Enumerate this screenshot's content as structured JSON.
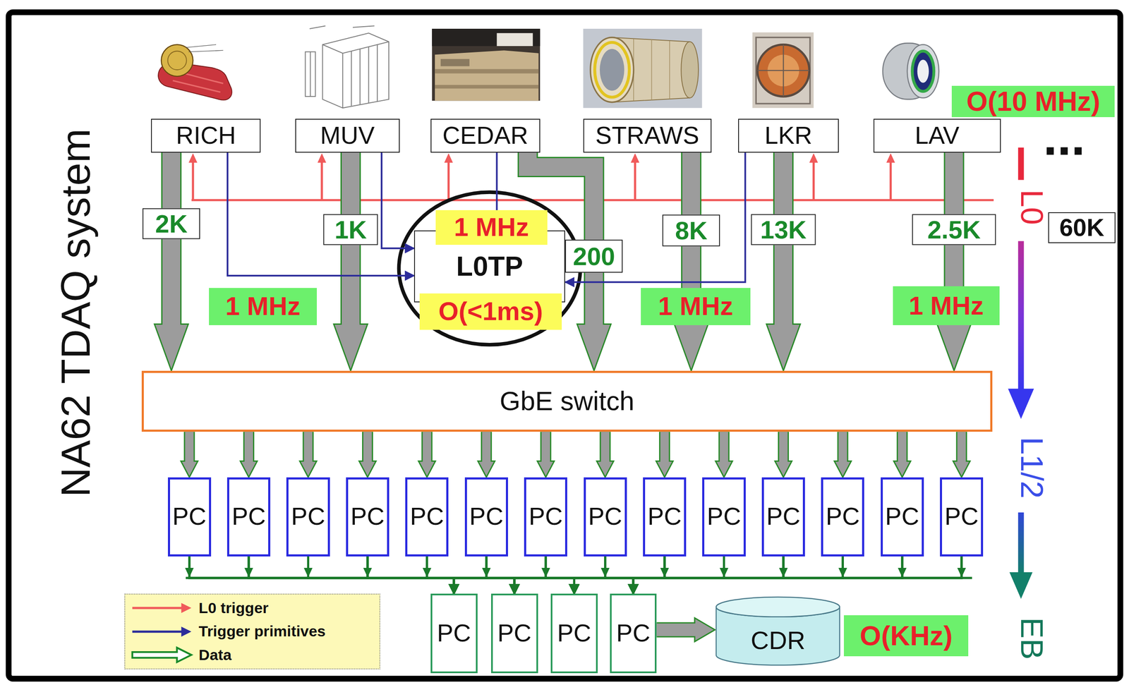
{
  "diagram": {
    "title": "NA62 TDAQ system",
    "nodes": [
      {
        "text": [
          "RICH"
        ]
      },
      {
        "text": [
          "MUV"
        ]
      },
      {
        "text": [
          "CEDAR"
        ]
      },
      {
        "text": [
          "STRAWS"
        ]
      },
      {
        "text": [
          "LKR"
        ]
      },
      {
        "text": [
          "LAV"
        ]
      },
      {
        "text": [
          "O(10 MHz)"
        ]
      },
      {
        "text": [
          "1 MHz"
        ]
      },
      {
        "text": [
          "L0TP"
        ]
      },
      {
        "text": [
          "60K"
        ]
      },
      {
        "text": [
          "1 MHz"
        ]
      },
      {
        "text": [
          "O(<1ms)"
        ]
      },
      {
        "text": [
          "1 MHz"
        ]
      },
      {
        "text": [
          "1 MHz"
        ]
      },
      {
        "text": [
          "GbE switch"
        ]
      },
      {
        "text": [
          "PC"
        ]
      },
      {
        "text": [
          "PC"
        ]
      },
      {
        "text": [
          "PC"
        ]
      },
      {
        "text": [
          "PC"
        ]
      },
      {
        "text": [
          "PC"
        ]
      },
      {
        "text": [
          "PC"
        ]
      },
      {
        "text": [
          "PC"
        ]
      },
      {
        "text": [
          "PC"
        ]
      },
      {
        "text": [
          "PC"
        ]
      },
      {
        "text": [
          "PC"
        ]
      },
      {
        "text": [
          "PC"
        ]
      },
      {
        "text": [
          "PC"
        ]
      },
      {
        "text": [
          "PC"
        ]
      },
      {
        "text": [
          "PC"
        ]
      },
      {
        "text": [
          "PC"
        ]
      },
      {
        "text": [
          "PC"
        ]
      },
      {
        "text": [
          "PC"
        ]
      },
      {
        "text": [
          "PC"
        ]
      },
      {
        "text": [
          "CDR"
        ]
      },
      {
        "text": [
          "O(KHz)"
        ]
      }
    ],
    "edges": [
      {
        "from": 0,
        "to": 14,
        "label": "2K",
        "arrow": "to"
      },
      {
        "from": 1,
        "to": 14,
        "label": "1K",
        "arrow": "to"
      },
      {
        "from": 2,
        "to": 14,
        "label": "200",
        "arrow": "to"
      },
      {
        "from": 3,
        "to": 14,
        "label": "8K",
        "arrow": "to"
      },
      {
        "from": 4,
        "to": 14,
        "label": "13K",
        "arrow": "to"
      },
      {
        "from": 5,
        "to": 14,
        "label": "2.5K",
        "arrow": "to"
      },
      {
        "from": 0,
        "to": 8,
        "arrow": "to"
      },
      {
        "from": 1,
        "to": 8,
        "arrow": "to"
      },
      {
        "from": 2,
        "to": 8,
        "arrow": "none"
      },
      {
        "from": 4,
        "to": 8,
        "arrow": "to"
      },
      {
        "from": 14,
        "to": 15,
        "arrow": "to"
      },
      {
        "from": 14,
        "to": 16,
        "arrow": "to"
      },
      {
        "from": 14,
        "to": 17,
        "arrow": "to"
      },
      {
        "from": 14,
        "to": 18,
        "arrow": "to"
      },
      {
        "from": 14,
        "to": 19,
        "arrow": "to"
      },
      {
        "from": 14,
        "to": 20,
        "arrow": "to"
      },
      {
        "from": 14,
        "to": 21,
        "arrow": "to"
      },
      {
        "from": 14,
        "to": 22,
        "arrow": "to"
      },
      {
        "from": 14,
        "to": 23,
        "arrow": "to"
      },
      {
        "from": 14,
        "to": 24,
        "arrow": "to"
      },
      {
        "from": 14,
        "to": 25,
        "arrow": "to"
      },
      {
        "from": 14,
        "to": 26,
        "arrow": "to"
      },
      {
        "from": 14,
        "to": 27,
        "arrow": "to"
      },
      {
        "from": 14,
        "to": 28,
        "arrow": "to"
      },
      {
        "from": 15,
        "to": 29,
        "arrow": "to"
      },
      {
        "from": 15,
        "to": 30,
        "arrow": "to"
      },
      {
        "from": 15,
        "to": 31,
        "arrow": "to"
      },
      {
        "from": 15,
        "to": 32,
        "arrow": "to"
      },
      {
        "from": 16,
        "to": 29,
        "arrow": "to"
      },
      {
        "from": 16,
        "to": 30,
        "arrow": "to"
      },
      {
        "from": 16,
        "to": 31,
        "arrow": "to"
      },
      {
        "from": 16,
        "to": 32,
        "arrow": "to"
      },
      {
        "from": 17,
        "to": 29,
        "arrow": "to"
      },
      {
        "from": 17,
        "to": 30,
        "arrow": "to"
      },
      {
        "from": 17,
        "to": 31,
        "arrow": "to"
      },
      {
        "from": 17,
        "to": 32,
        "arrow": "to"
      },
      {
        "from": 18,
        "to": 29,
        "arrow": "to"
      },
      {
        "from": 18,
        "to": 30,
        "arrow": "to"
      },
      {
        "from": 18,
        "to": 31,
        "arrow": "to"
      },
      {
        "from": 18,
        "to": 32,
        "arrow": "to"
      },
      {
        "from": 19,
        "to": 29,
        "arrow": "to"
      },
      {
        "from": 19,
        "to": 30,
        "arrow": "to"
      },
      {
        "from": 19,
        "to": 31,
        "arrow": "to"
      },
      {
        "from": 19,
        "to": 32,
        "arrow": "to"
      },
      {
        "from": 20,
        "to": 29,
        "arrow": "to"
      },
      {
        "from": 20,
        "to": 30,
        "arrow": "to"
      },
      {
        "from": 20,
        "to": 31,
        "arrow": "to"
      },
      {
        "from": 20,
        "to": 32,
        "arrow": "to"
      },
      {
        "from": 21,
        "to": 29,
        "arrow": "to"
      },
      {
        "from": 21,
        "to": 30,
        "arrow": "to"
      },
      {
        "from": 21,
        "to": 31,
        "arrow": "to"
      },
      {
        "from": 21,
        "to": 32,
        "arrow": "to"
      },
      {
        "from": 22,
        "to": 29,
        "arrow": "to"
      },
      {
        "from": 22,
        "to": 30,
        "arrow": "to"
      },
      {
        "from": 22,
        "to": 31,
        "arrow": "to"
      },
      {
        "from": 22,
        "to": 32,
        "arrow": "to"
      },
      {
        "from": 23,
        "to": 29,
        "arrow": "to"
      },
      {
        "from": 23,
        "to": 30,
        "arrow": "to"
      },
      {
        "from": 23,
        "to": 31,
        "arrow": "to"
      },
      {
        "from": 23,
        "to": 32,
        "arrow": "to"
      },
      {
        "from": 24,
        "to": 29,
        "arrow": "to"
      },
      {
        "from": 24,
        "to": 30,
        "arrow": "to"
      },
      {
        "from": 24,
        "to": 31,
        "arrow": "to"
      },
      {
        "from": 24,
        "to": 32,
        "arrow": "to"
      },
      {
        "from": 25,
        "to": 29,
        "arrow": "to"
      },
      {
        "from": 25,
        "to": 30,
        "arrow": "to"
      },
      {
        "from": 25,
        "to": 31,
        "arrow": "to"
      },
      {
        "from": 25,
        "to": 32,
        "arrow": "to"
      },
      {
        "from": 26,
        "to": 29,
        "arrow": "to"
      },
      {
        "from": 26,
        "to": 30,
        "arrow": "to"
      },
      {
        "from": 26,
        "to": 31,
        "arrow": "to"
      },
      {
        "from": 26,
        "to": 32,
        "arrow": "to"
      },
      {
        "from": 27,
        "to": 29,
        "arrow": "to"
      },
      {
        "from": 27,
        "to": 30,
        "arrow": "to"
      },
      {
        "from": 27,
        "to": 31,
        "arrow": "to"
      },
      {
        "from": 27,
        "to": 32,
        "arrow": "to"
      },
      {
        "from": 28,
        "to": 29,
        "arrow": "to"
      },
      {
        "from": 28,
        "to": 30,
        "arrow": "to"
      },
      {
        "from": 28,
        "to": 31,
        "arrow": "to"
      },
      {
        "from": 28,
        "to": 32,
        "arrow": "to"
      },
      {
        "from": 32,
        "to": 33,
        "arrow": "to"
      }
    ],
    "labels": [
      "...",
      "L0",
      "L1/2",
      "EB"
    ],
    "legend": [
      {
        "text": "L0 trigger"
      },
      {
        "text": "Trigger primitives"
      },
      {
        "text": "Data"
      }
    ]
  }
}
